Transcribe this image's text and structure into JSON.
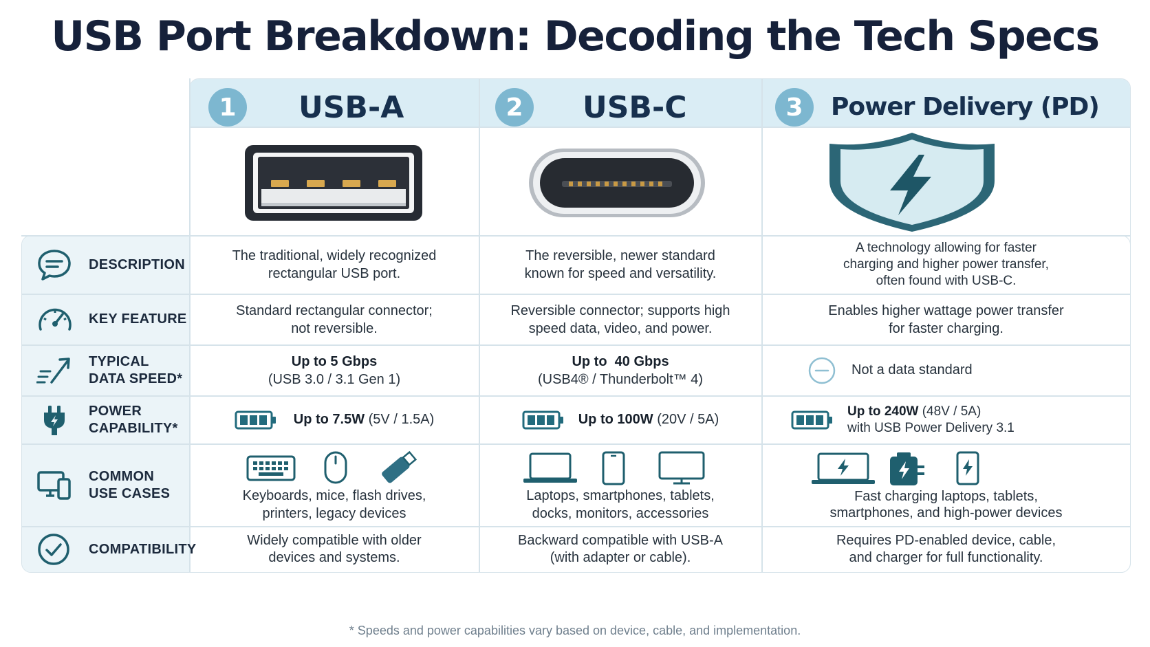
{
  "title": "USB Port Breakdown: Decoding the Tech Specs",
  "columns": [
    {
      "number": "1",
      "name": "USB-A"
    },
    {
      "number": "2",
      "name": "USB-C"
    },
    {
      "number": "3",
      "name": "Power Delivery (PD)"
    }
  ],
  "rows": {
    "description": {
      "label": [
        "DESCRIPTION"
      ],
      "icon": "chat-bubble-icon",
      "cells": [
        [
          "The traditional, widely recognized",
          "rectangular USB port."
        ],
        [
          "The reversible, newer standard",
          "known for speed and versatility."
        ],
        [
          "A technology allowing for faster",
          "charging and higher power transfer,",
          "often found with USB-C."
        ]
      ]
    },
    "key_feature": {
      "label": [
        "KEY FEATURE"
      ],
      "icon": "speedometer-icon",
      "cells": [
        [
          "Standard rectangular connector;",
          "not reversible."
        ],
        [
          "Reversible connector; supports high",
          "speed data, video, and power."
        ],
        [
          "Enables higher wattage power transfer",
          "for faster charging."
        ]
      ]
    },
    "data_speed": {
      "label": [
        "TYPICAL",
        "DATA SPEED*"
      ],
      "icon": "speed-arrow-icon",
      "cells": [
        {
          "main": "Up to 5 Gbps",
          "sub": "(USB 3.0 / 3.1 Gen 1)"
        },
        {
          "main": "Up to  40 Gbps",
          "sub": "(USB4® / Thunderbolt™ 4)"
        },
        {
          "main": "Not a data standard",
          "icon": "minus-circle-icon"
        }
      ]
    },
    "power": {
      "label": [
        "POWER",
        "CAPABILITY*"
      ],
      "icon": "plug-icon",
      "cells": [
        {
          "main": "Up to 7.5W",
          "sub": " (5V / 1.5A)",
          "icon": "battery-icon"
        },
        {
          "main": "Up to 100W",
          "sub": " (20V / 5A)",
          "icon": "battery-icon"
        },
        {
          "main": "Up to 240W",
          "sub": " (48V / 5A)",
          "line2": "with USB Power Delivery 3.1",
          "icon": "battery-icon"
        }
      ]
    },
    "use_cases": {
      "label": [
        "COMMON",
        "USE CASES"
      ],
      "icon": "devices-icon",
      "cells": [
        {
          "lines": [
            "Keyboards, mice, flash drives,",
            "printers, legacy devices"
          ],
          "icons": [
            "keyboard-icon",
            "mouse-icon",
            "flash-drive-icon"
          ]
        },
        {
          "lines": [
            "Laptops, smartphones, tablets,",
            "docks, monitors, accessories"
          ],
          "icons": [
            "laptop-icon",
            "smartphone-icon",
            "monitor-icon"
          ]
        },
        {
          "lines": [
            "Fast charging laptops, tablets,",
            "smartphones, and high-power devices"
          ],
          "icons": [
            "charging-laptop-icon",
            "charger-icon",
            "charging-phone-icon"
          ]
        }
      ]
    },
    "compatibility": {
      "label": [
        "COMPATIBILITY"
      ],
      "icon": "check-circle-icon",
      "cells": [
        [
          "Widely compatible with older",
          "devices and systems."
        ],
        [
          "Backward compatible with USB-A",
          "(with adapter or cable)."
        ],
        [
          "Requires PD-enabled device, cable,",
          "and charger for full functionality."
        ]
      ]
    }
  },
  "colors": {
    "title": "#16213a",
    "badge": "#7db7d0",
    "header": "#daedf5",
    "label_bg": "#ebf4f8",
    "icon_teal": "#1f5f6e",
    "battery": "#226b7d"
  },
  "footnote": "* Speeds and power capabilities vary based on device, cable, and implementation."
}
